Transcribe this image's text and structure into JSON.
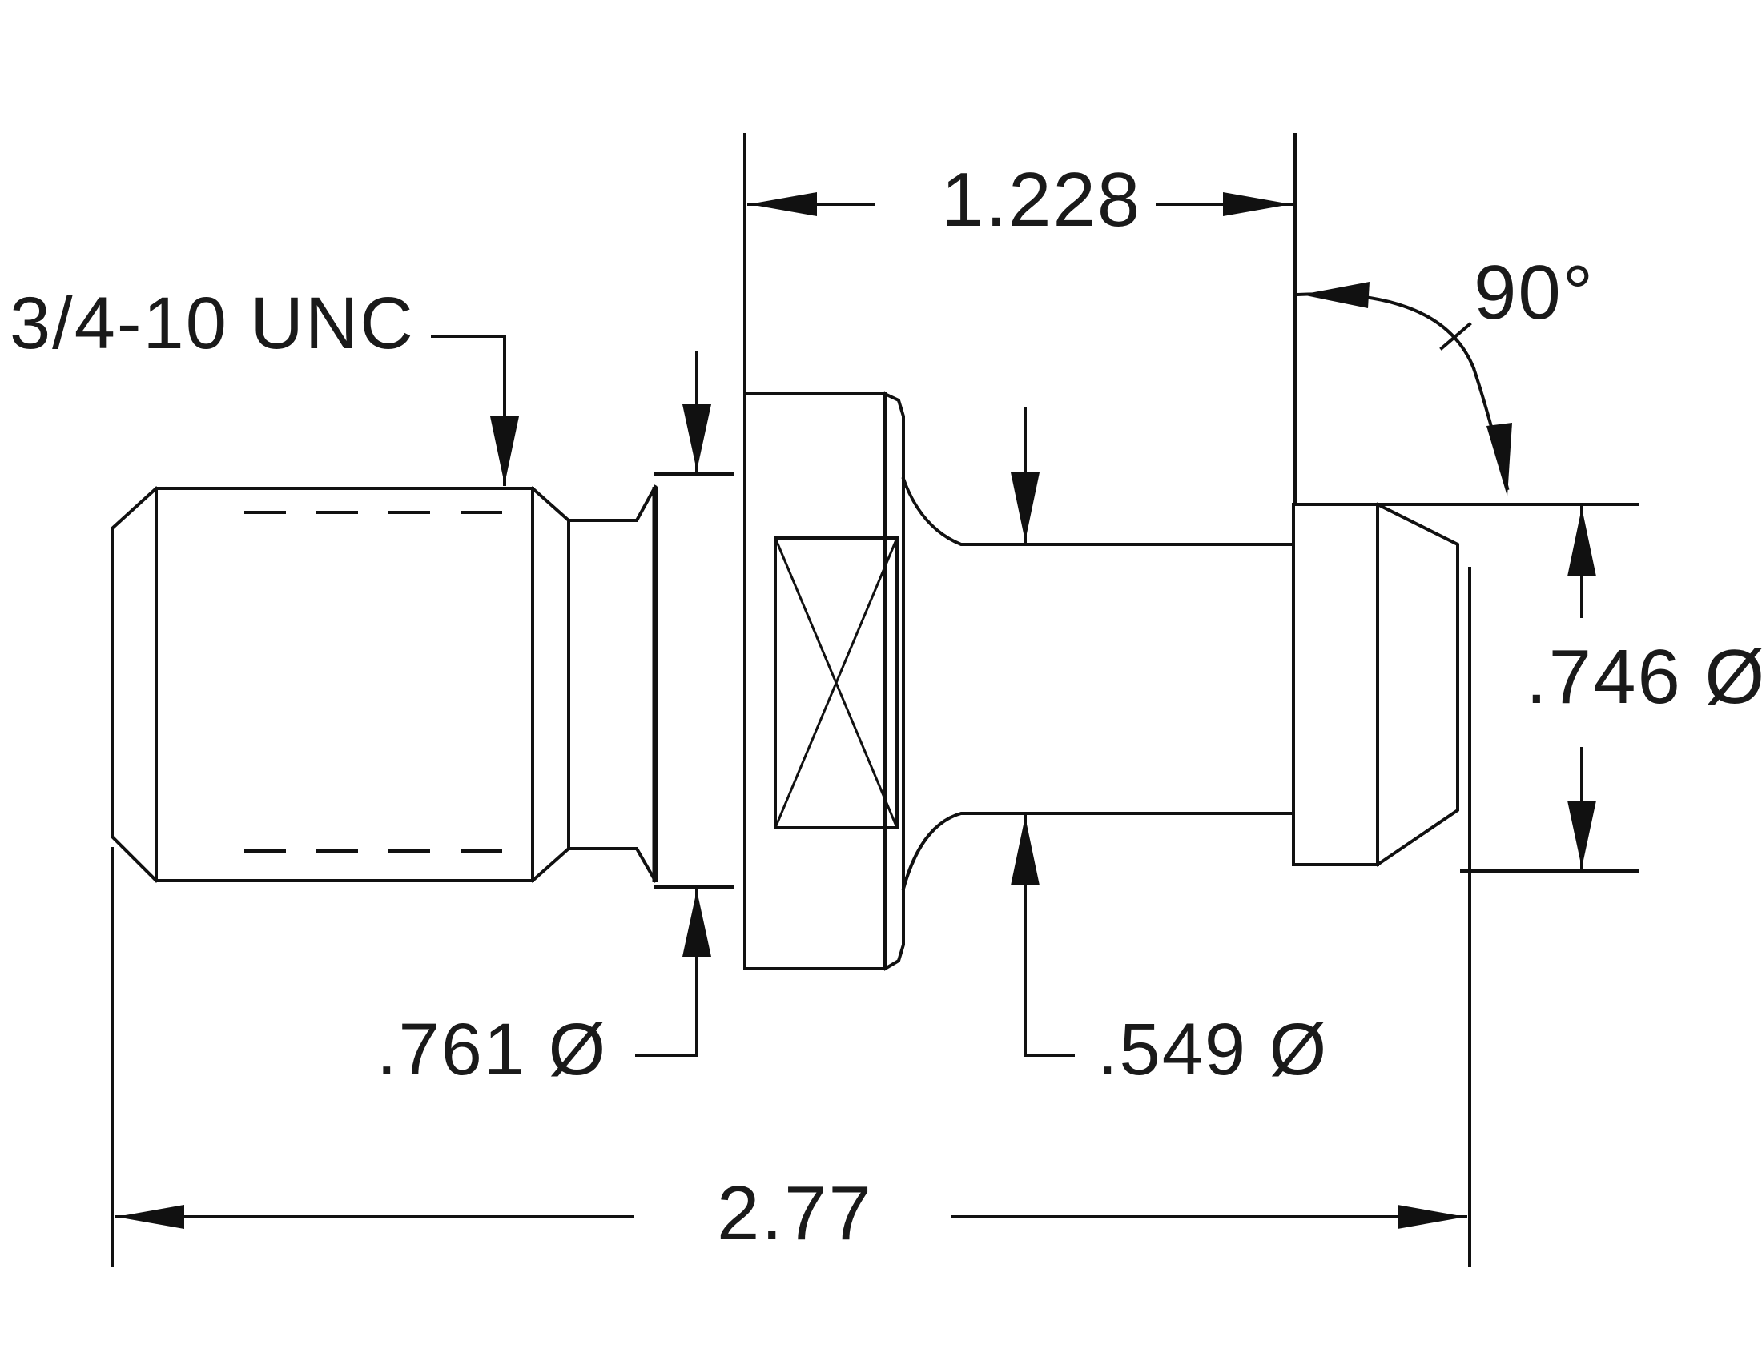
{
  "dimensions": {
    "flange_spacing": "1.228",
    "angle": "90°",
    "thread_spec": "3/4-10 UNC",
    "head_diameter": ".746 Ø",
    "collar_diameter": ".761 Ø",
    "shank_diameter": ".549 Ø",
    "overall_length": "2.77"
  },
  "colors": {
    "line": "#111111",
    "background": "#ffffff"
  }
}
